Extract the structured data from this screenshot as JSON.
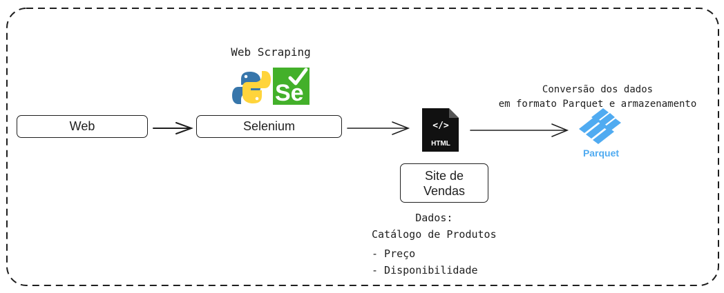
{
  "diagram": {
    "nodes": {
      "web": "Web",
      "selenium": "Selenium",
      "site": "Site de Vendas"
    },
    "labels": {
      "scraping": "Web Scraping",
      "conversion_line1": "Conversão dos dados",
      "conversion_line2": "em formato Parquet e armazenamento",
      "dados_title": "Dados:",
      "dados_subtitle": "Catálogo de Produtos",
      "dados_item1": "- Preço",
      "dados_item2": "- Disponibilidade"
    },
    "icons": {
      "html_file": {
        "name": "html-file-icon",
        "code_text": "</>",
        "text": "HTML"
      },
      "selenium": {
        "name": "selenium-logo",
        "text": "Se",
        "color": "#43b02a"
      },
      "python": {
        "name": "python-logo",
        "blue": "#3776ab",
        "yellow": "#ffd43b"
      },
      "parquet": {
        "name": "parquet-logo",
        "text": "Parquet",
        "color": "#50abf1"
      }
    }
  }
}
